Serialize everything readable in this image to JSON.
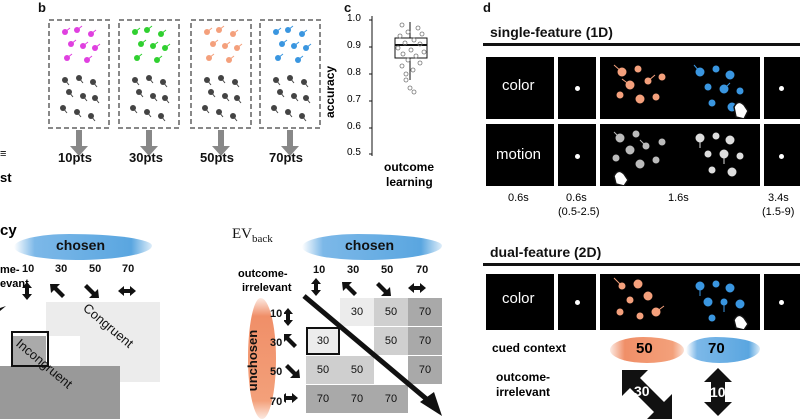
{
  "panel_b": {
    "letter": "b",
    "points": [
      "10pts",
      "30pts",
      "50pts",
      "70pts"
    ],
    "colors": [
      "#e040e0",
      "#30d030",
      "#f4a07c",
      "#3a96e0"
    ]
  },
  "panel_c": {
    "letter": "c",
    "ylabel": "accuracy",
    "xlabel_line1": "outcome",
    "xlabel_line2": "learning",
    "ticks": [
      "1.0",
      "0.9",
      "0.8",
      "0.7",
      "0.6",
      "0.5"
    ]
  },
  "panel_d": {
    "letter": "d",
    "single_title": "single-feature (1D)",
    "dual_title": "dual-feature (2D)",
    "row_color": "color",
    "row_motion": "motion",
    "dual_row_color": "color",
    "timings": [
      "0.6s",
      "0.6s",
      "(0.5-2.5)",
      "1.6s",
      "3.4s",
      "(1.5-9)"
    ],
    "cued_context": "cued context",
    "cued_values": [
      "50",
      "70"
    ],
    "outcome_irrelevant_1": "outcome-",
    "outcome_irrelevant_2": "irrelevant",
    "irrelevant_values": [
      "30",
      "10"
    ]
  },
  "left_partial": {
    "ec": "≡",
    "st": "st",
    "cy": "cy",
    "me": "me-",
    "vant": "evant",
    "chosen": "chosen",
    "cols": [
      "10",
      "30",
      "50",
      "70"
    ],
    "congruent": "Congruent",
    "incongruent": "Incongruent"
  },
  "ev_back": {
    "label_main": "EV",
    "label_sub": "back",
    "chosen": "chosen",
    "unchosen": "unchosen",
    "corner_1": "outcome-",
    "corner_2": "irrelevant",
    "cols": [
      "10",
      "30",
      "50",
      "70"
    ],
    "rows": [
      "10",
      "30",
      "50",
      "70"
    ],
    "grid": [
      [
        "",
        "30",
        "50",
        "70"
      ],
      [
        "30",
        "",
        "50",
        "70"
      ],
      [
        "50",
        "50",
        "",
        "70"
      ],
      [
        "70",
        "70",
        "70",
        ""
      ]
    ]
  }
}
